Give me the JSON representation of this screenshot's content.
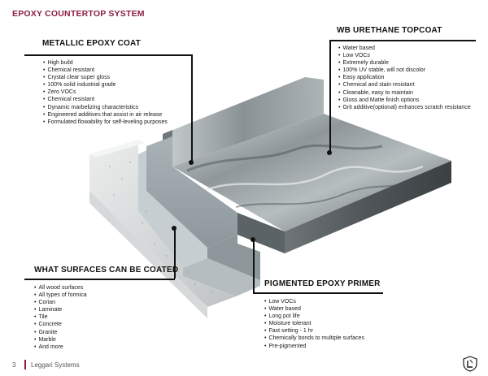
{
  "document": {
    "title": "EPOXY COUNTERTOP SYSTEM",
    "page_number": "3",
    "company": "Leggari Systems"
  },
  "sections": {
    "metallic": {
      "heading": "METALLIC EPOXY COAT",
      "items": [
        "High build",
        "Chemical resistant",
        "Crystal clear super gloss",
        "100% solid industrial grade",
        "Zero VOCs",
        "Chemical resistant",
        "Dynamic marbelizing characteristics",
        "Engineered additives that assist in air release",
        "Formulated flowability for self-leveling purposes"
      ]
    },
    "urethane": {
      "heading": "WB URETHANE TOPCOAT",
      "items": [
        "Water based",
        "Low VOCs",
        "Extremely durable",
        "100% UV stable, will not discolor",
        "Easy application",
        "Chemical and stain resistant",
        "Cleanable, easy to maintain",
        "Gloss and Matte finish options",
        "Grit additive(optional) enhances scratch resistance"
      ]
    },
    "surfaces": {
      "heading": "WHAT SURFACES CAN BE COATED",
      "items": [
        "All wood surfaces",
        "All types of formica",
        "Corian",
        "Laminate",
        "Tile",
        "Concrete",
        "Granite",
        "Marble",
        "And more"
      ]
    },
    "primer": {
      "heading": "PIGMENTED EPOXY PRIMER",
      "items": [
        "Low VOCs",
        "Water based",
        "Long pot life",
        "Moisture tolerant",
        "Fast setting - 1 hr",
        "Chemically bonds to multiple surfaces",
        "Pre-pigmented"
      ]
    }
  },
  "colors": {
    "accent": "#8b1e3f",
    "text": "#111111"
  },
  "icons": {
    "logo": "leggari-logo-icon"
  }
}
